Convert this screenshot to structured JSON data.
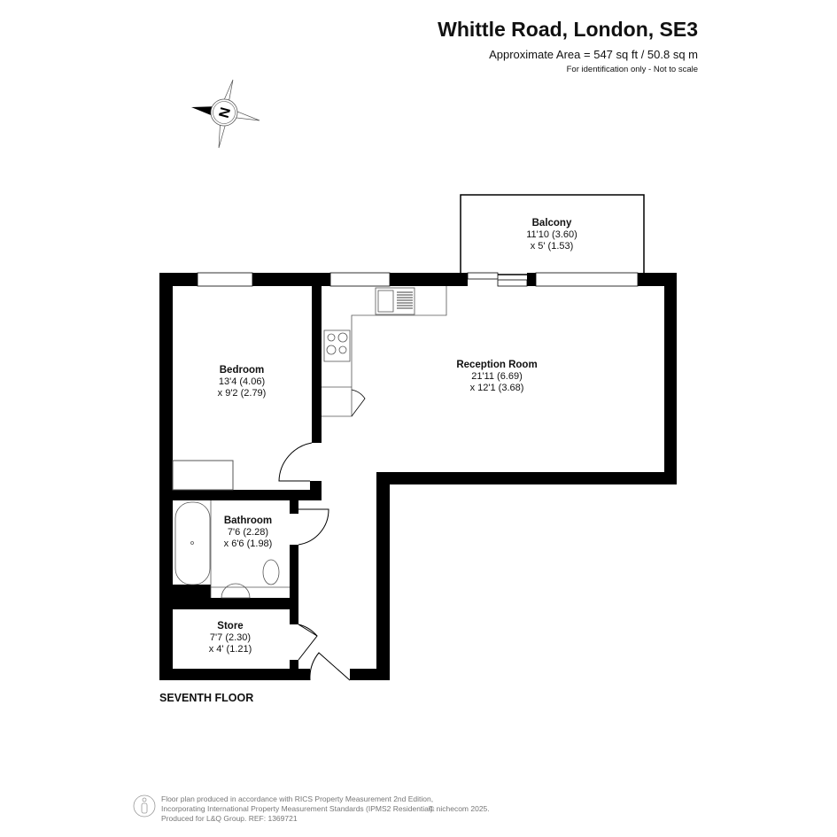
{
  "header": {
    "title": "Whittle Road, London, SE3",
    "area": "Approximate Area = 547 sq ft / 50.8 sq m",
    "note": "For identification only - Not to scale"
  },
  "compass": {
    "label": "N"
  },
  "rooms": {
    "balcony": {
      "name": "Balcony",
      "dim1": "11'10 (3.60)",
      "dim2": "x 5' (1.53)"
    },
    "reception": {
      "name": "Reception Room",
      "dim1": "21'11 (6.69)",
      "dim2": "x 12'1 (3.68)"
    },
    "bedroom": {
      "name": "Bedroom",
      "dim1": "13'4 (4.06)",
      "dim2": "x 9'2 (2.79)"
    },
    "bathroom": {
      "name": "Bathroom",
      "dim1": "7'6 (2.28)",
      "dim2": "x 6'6 (1.98)"
    },
    "store": {
      "name": "Store",
      "dim1": "7'7 (2.30)",
      "dim2": "x 4' (1.21)"
    }
  },
  "floor_label": "SEVENTH FLOOR",
  "footer": {
    "line1": "Floor plan produced in accordance with RICS Property Measurement 2nd Edition,",
    "line2": "Incorporating International Property Measurement Standards (IPMS2 Residential).",
    "line3": "Produced for L&Q Group.   REF: 1369721",
    "copyright": "© nichecom 2025."
  }
}
